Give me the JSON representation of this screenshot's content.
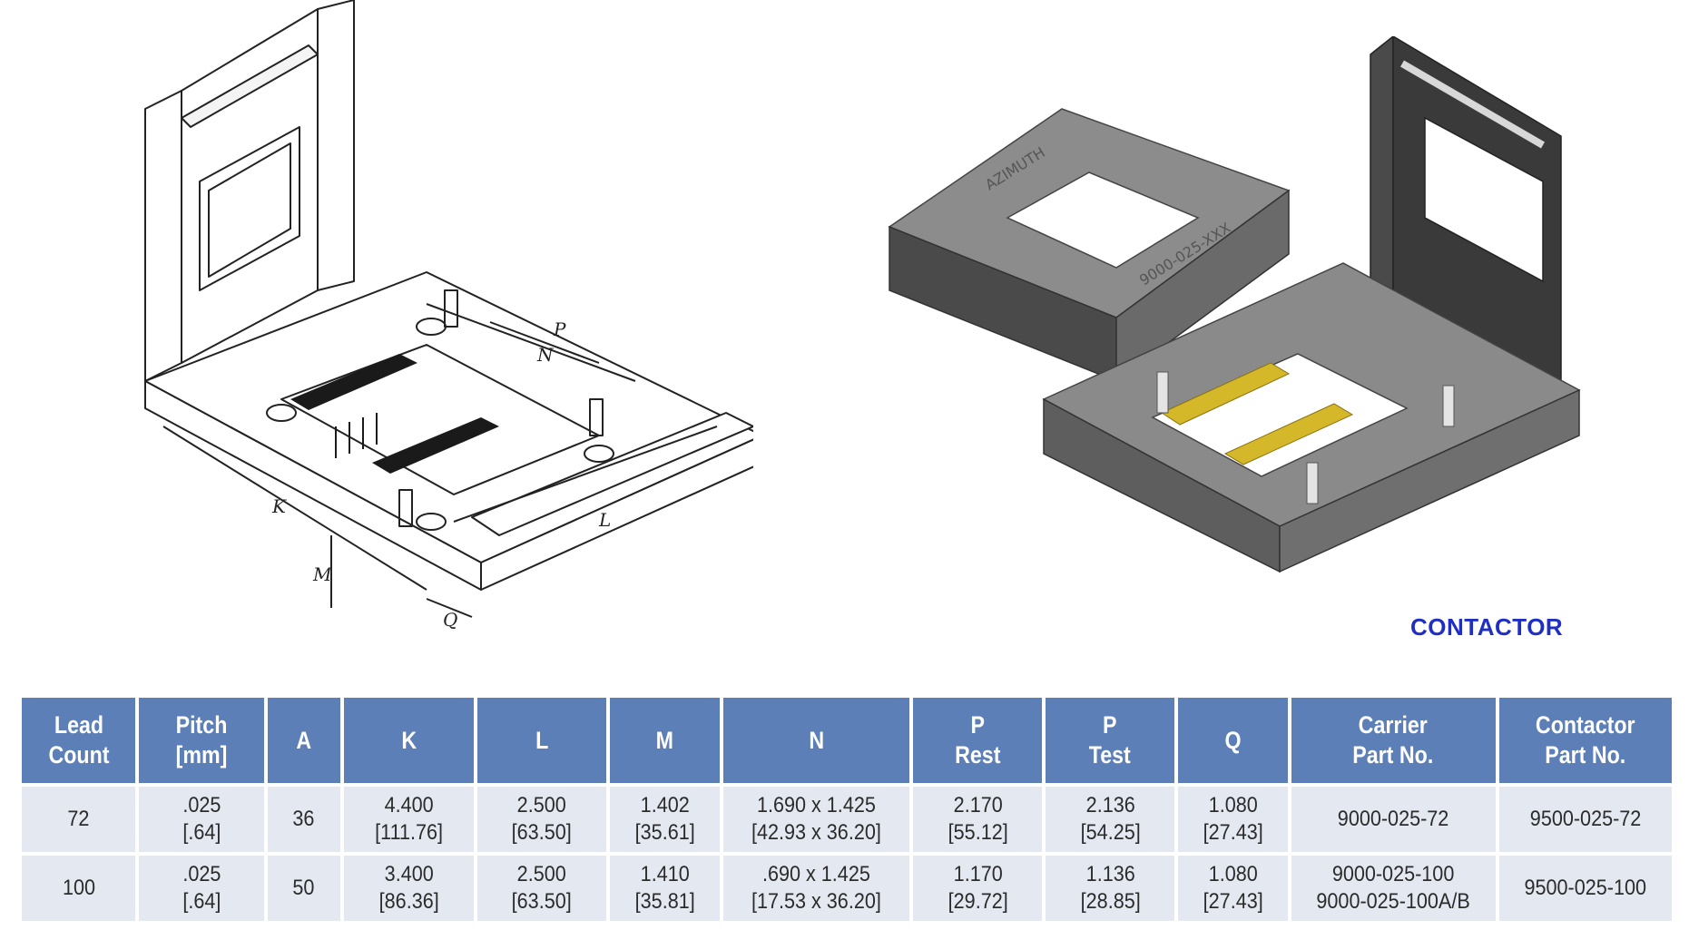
{
  "figures": {
    "line_drawing": {
      "dimension_letters": [
        "P",
        "N",
        "K",
        "M",
        "L",
        "Q"
      ]
    },
    "render_drawing": {
      "engraved_brand": "AZIMUTH",
      "engraved_part": "9000-025-XXX"
    },
    "contactor_label": "CONTACTOR"
  },
  "colors": {
    "header_bg": "#5b7fb6",
    "row_bg": "#e4e9f1",
    "label": "#1f2fc4",
    "contact_gold": "#d4b82a"
  },
  "table": {
    "headers": [
      "Lead\nCount",
      "Pitch\n[mm]",
      "A",
      "K",
      "L",
      "M",
      "N",
      "P\nRest",
      "P\nTest",
      "Q",
      "Carrier\nPart No.",
      "Contactor\nPart No."
    ],
    "rows": [
      [
        "72",
        ".025\n[.64]",
        "36",
        "4.400\n[111.76]",
        "2.500\n[63.50]",
        "1.402\n[35.61]",
        "1.690 x 1.425\n[42.93 x 36.20]",
        "2.170\n[55.12]",
        "2.136\n[54.25]",
        "1.080\n[27.43]",
        "9000-025-72",
        "9500-025-72"
      ],
      [
        "100",
        ".025\n[.64]",
        "50",
        "3.400\n[86.36]",
        "2.500\n[63.50]",
        "1.410\n[35.81]",
        ".690 x 1.425\n[17.53 x 36.20]",
        "1.170\n[29.72]",
        "1.136\n[28.85]",
        "1.080\n[27.43]",
        "9000-025-100\n9000-025-100A/B",
        "9500-025-100"
      ]
    ]
  }
}
